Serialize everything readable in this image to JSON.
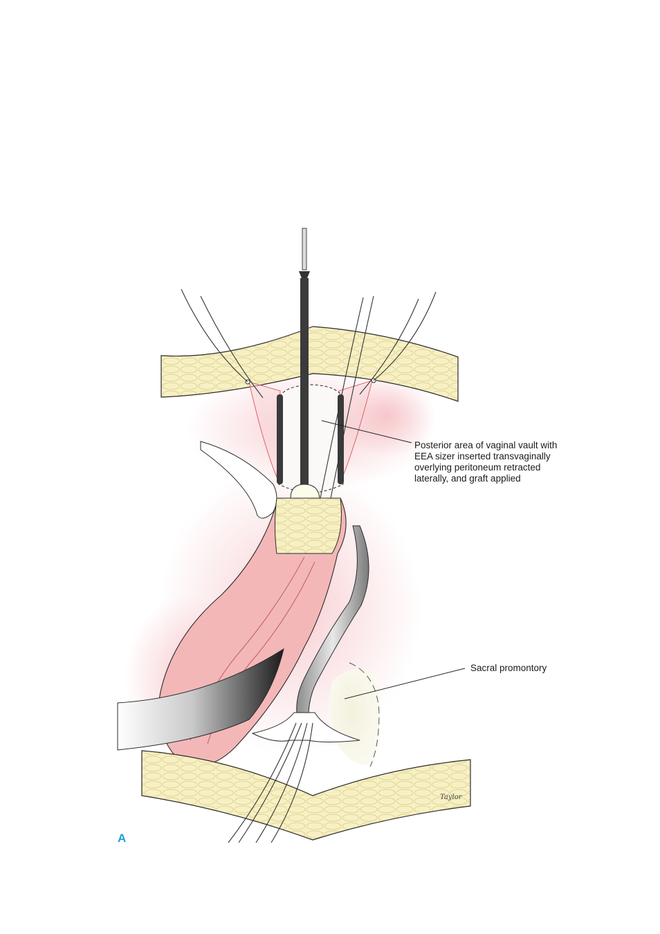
{
  "figure": {
    "panel_letter": "A",
    "signature": "Taylor"
  },
  "labels": {
    "vault": {
      "lines": [
        "Posterior area of vaginal vault with",
        "EEA sizer inserted transvaginally",
        "overlying peritoneum retracted",
        "laterally, and graft applied"
      ]
    },
    "sacral": "Sacral promontory"
  },
  "colors": {
    "accent_letter": "#1aa3d6",
    "fat_tissue": "#f6efbf",
    "bowel_tissue": "#f4b7b7",
    "outline": "#2a2a2a"
  }
}
